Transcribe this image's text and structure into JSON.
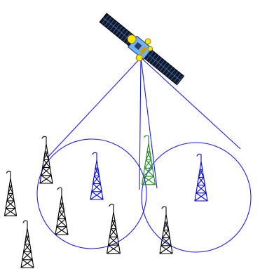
{
  "colors": {
    "beam": "#1a1aff",
    "tower_black": "#000000",
    "tower_blue": "#0000ee",
    "tower_green": "#1a8a1a",
    "panel_dark": "#0d1a33",
    "panel_grid": "#6b86b3",
    "satellite_body": "#6fb3ff",
    "satellite_gold": "#ffe600"
  },
  "icons": {
    "satellite": "satellite-icon",
    "tower": "radio-tower-icon"
  },
  "towers": [
    {
      "id": "tower-left-edge",
      "color": "tower_black"
    },
    {
      "id": "tower-in-left-spot",
      "color": "tower_blue"
    },
    {
      "id": "tower-overlap",
      "color": "tower_green"
    },
    {
      "id": "tower-in-right-spot",
      "color": "tower_blue"
    },
    {
      "id": "tower-far-left",
      "color": "tower_black"
    },
    {
      "id": "tower-left-lower",
      "color": "tower_black"
    },
    {
      "id": "tower-bottom-left",
      "color": "tower_black"
    },
    {
      "id": "tower-bottom-center",
      "color": "tower_black"
    },
    {
      "id": "tower-bottom-right",
      "color": "tower_black"
    }
  ]
}
